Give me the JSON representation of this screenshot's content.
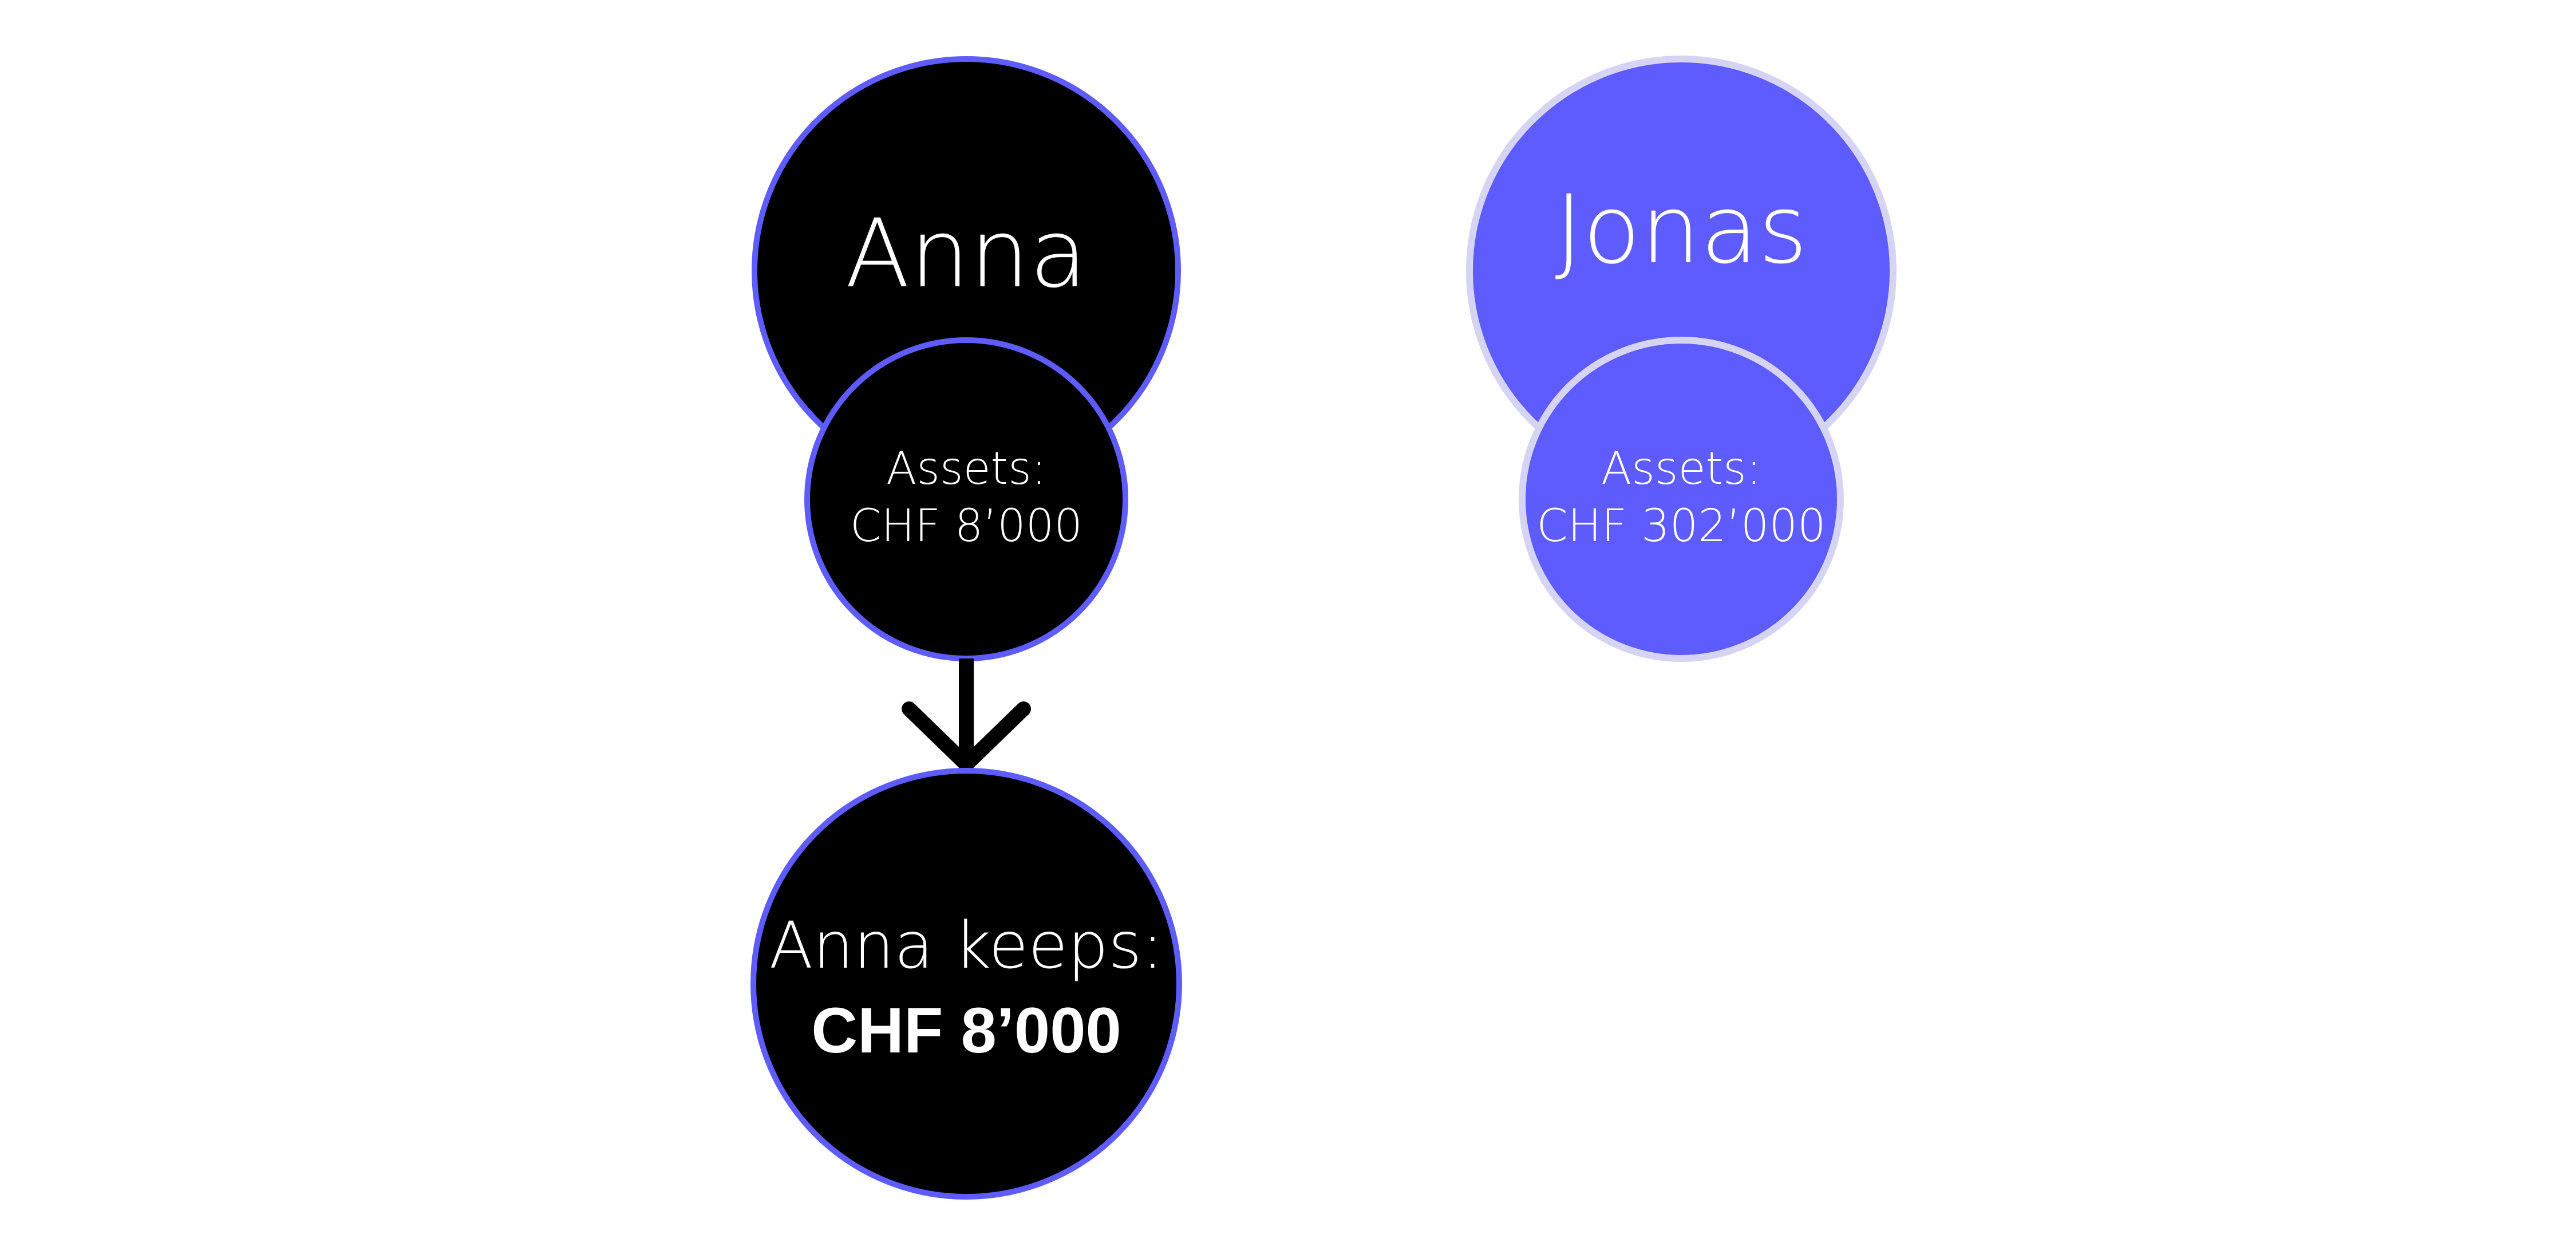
{
  "colors": {
    "accent": "#5e5cff",
    "accent_light": "#d5d4f5",
    "dark": "#000000",
    "text": "#ffffff"
  },
  "anna": {
    "name": "Anna",
    "assets_label": "Assets:",
    "assets_value": "CHF 8’000"
  },
  "jonas": {
    "name": "Jonas",
    "assets_label": "Assets:",
    "assets_value": "CHF 302’000"
  },
  "result": {
    "label": "Anna keeps:",
    "value": "CHF 8’000"
  }
}
